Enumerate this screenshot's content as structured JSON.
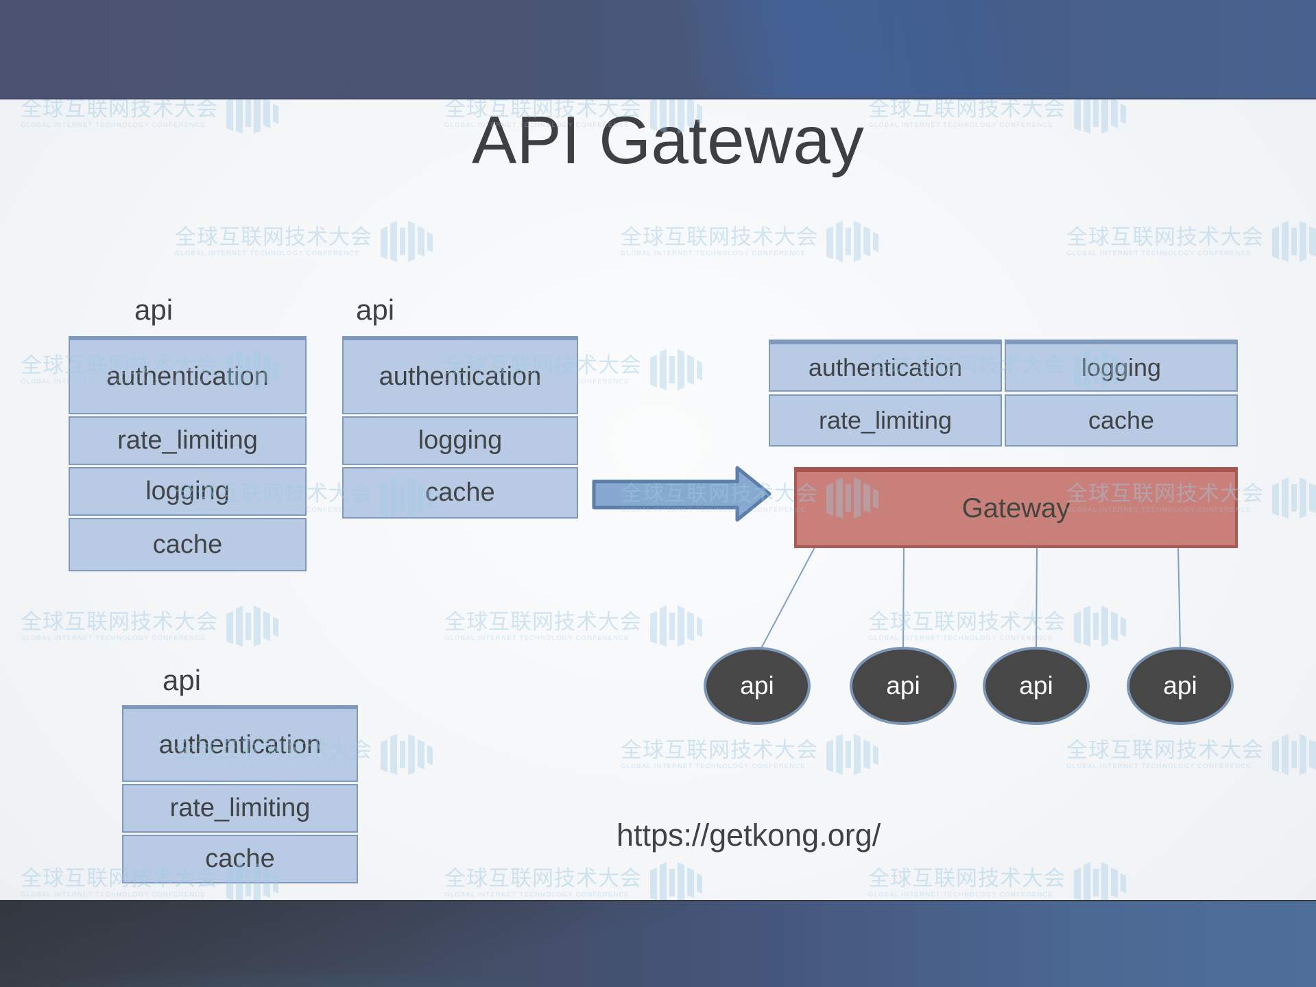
{
  "slide": {
    "title": "API Gateway",
    "url": "https://getkong.org/"
  },
  "colors": {
    "box_fill": "#b9cbe4",
    "box_border": "#7e99bb",
    "gateway_fill": "#c9807a",
    "gateway_border": "#ae5a54",
    "node_fill": "#474747",
    "node_border": "#7b95b6",
    "arrow_fill": "#87a9cf",
    "arrow_border": "#5b7fa8",
    "top_band": "#4a5574",
    "bottom_band": "#46567c"
  },
  "api_stacks": [
    {
      "label": "api",
      "rows": [
        "authentication",
        "rate_limiting",
        "logging",
        "cache"
      ]
    },
    {
      "label": "api",
      "rows": [
        "authentication",
        "logging",
        "cache"
      ]
    },
    {
      "label": "api",
      "rows": [
        "authentication",
        "rate_limiting",
        "cache"
      ]
    }
  ],
  "plugin_grid": {
    "cells": [
      "authentication",
      "logging",
      "rate_limiting",
      "cache"
    ]
  },
  "gateway": {
    "label": "Gateway"
  },
  "api_nodes": [
    {
      "label": "api"
    },
    {
      "label": "api"
    },
    {
      "label": "api"
    },
    {
      "label": "api"
    }
  ],
  "watermark": {
    "text": "全球互联网技术大会",
    "subtext": "GLOBAL INTERNET TECHNOLOGY CONFERENCE"
  }
}
